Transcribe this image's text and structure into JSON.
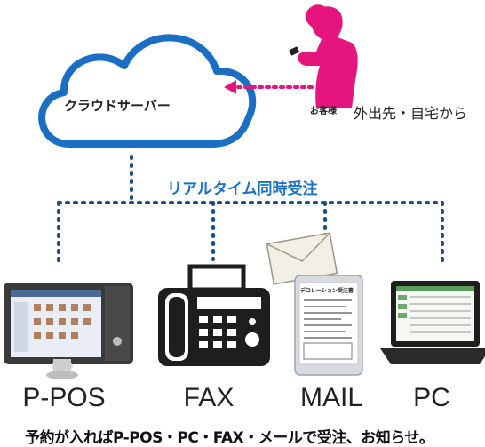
{
  "cloud": {
    "label": "クラウドサーバー",
    "color": "#1a6fc4"
  },
  "customer": {
    "tag": "お客様",
    "location": "外出先・自宅から",
    "color": "#e6147d"
  },
  "connection": {
    "label": "リアルタイム同時受注",
    "color": "#1a73c8"
  },
  "devices": [
    {
      "name": "P-POS",
      "icon": "pos-terminal-icon"
    },
    {
      "name": "FAX",
      "icon": "fax-machine-icon"
    },
    {
      "name": "MAIL",
      "icon": "smartphone-mail-icon"
    },
    {
      "name": "PC",
      "icon": "laptop-icon"
    }
  ],
  "phone_screen_title": "デコレーション受注書",
  "footer": "予約が入ればP-POS・PC・FAX・メールで受注、お知らせ。"
}
